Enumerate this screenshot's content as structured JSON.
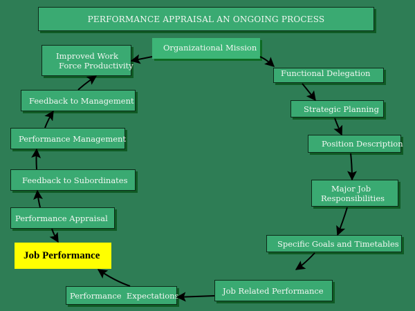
{
  "title": "PERFORMANCE APPRAISAL AN ONGOING PROCESS",
  "steps": {
    "organizational_mission": "Organizational Mission",
    "functional_delegation": "Functional Delegation",
    "strategic_planning": "Strategic Planning",
    "position_description": "Position Description",
    "major_job_line1": "Major Job",
    "major_job_line2": "Responsibilities",
    "specific_goals": "Specific Goals and Timetables",
    "job_related_performance": "Job Related Performance",
    "performance_expectations": "Performance  Expectations",
    "job_performance": "Job Performance",
    "performance_appraisal": "Performance Appraisal",
    "feedback_subordinates": "Feedback to Subordinates",
    "performance_management": "Performance Management",
    "feedback_management": "Feedback to Management",
    "improved_line1": "Improved Work",
    "improved_line2": "Force Productivity"
  },
  "colors": {
    "background": "#2e7d55",
    "box_fill": "#3aaa72",
    "highlight": "#ffff00"
  }
}
